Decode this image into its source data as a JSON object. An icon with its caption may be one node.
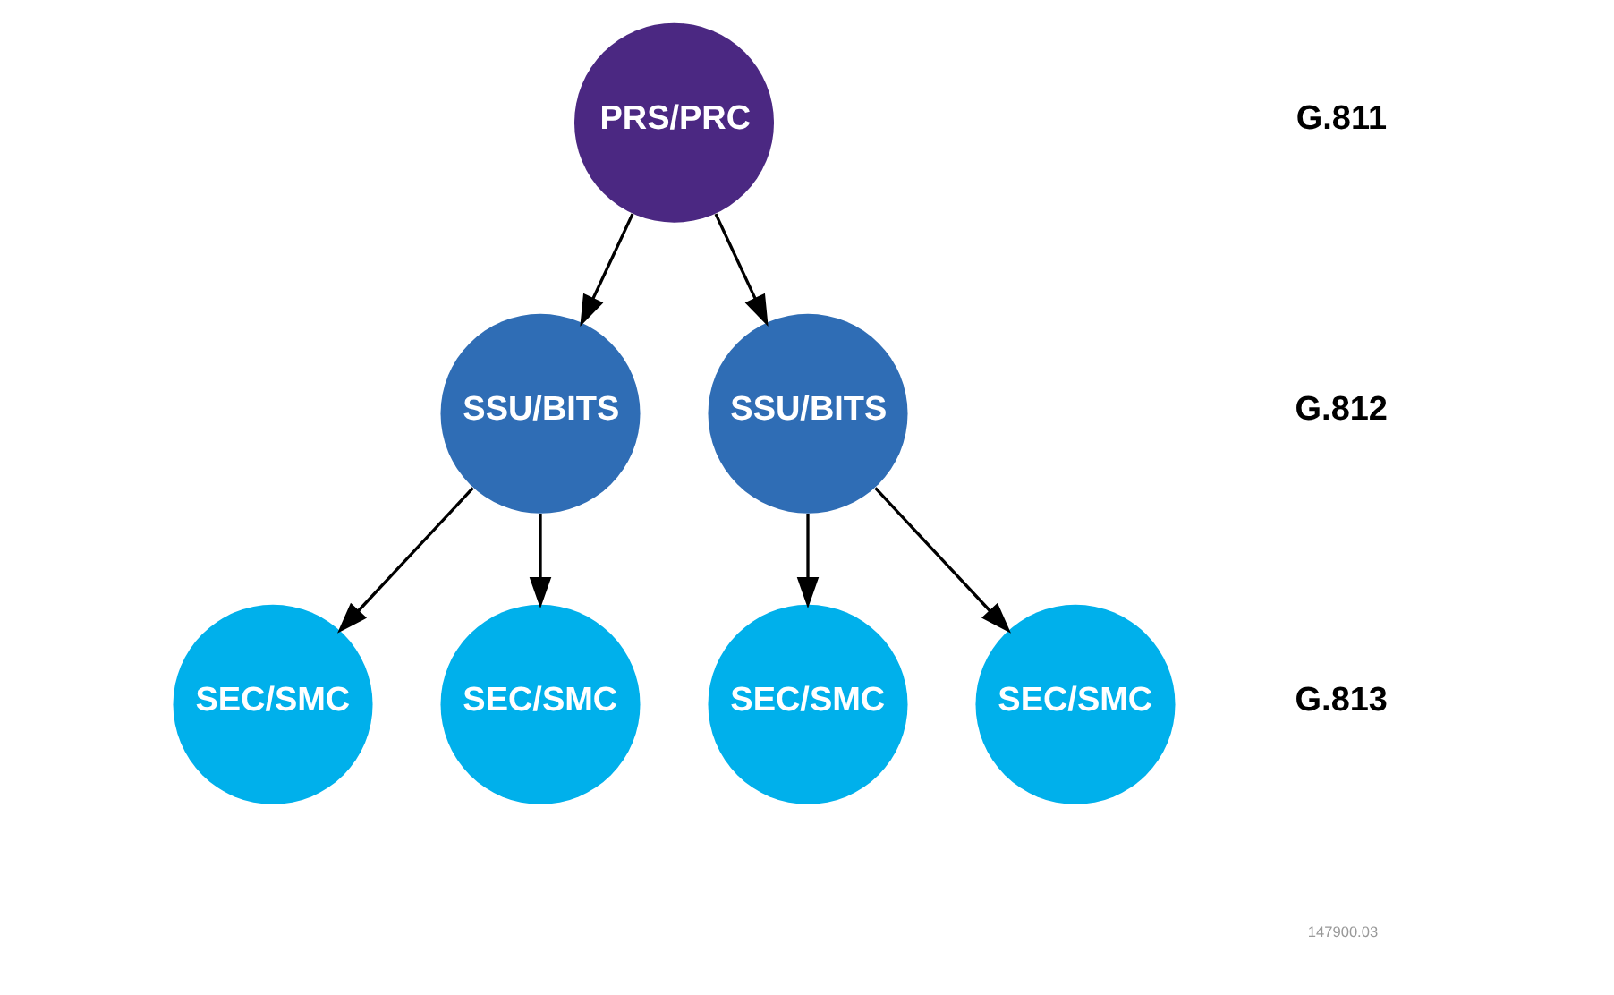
{
  "diagram": {
    "nodes": [
      {
        "text": [
          "PRS/PRC"
        ]
      },
      {
        "text": [
          "SSU/BITS"
        ]
      },
      {
        "text": [
          "SSU/BITS"
        ]
      },
      {
        "text": [
          "SEC/SMC"
        ]
      },
      {
        "text": [
          "SEC/SMC"
        ]
      },
      {
        "text": [
          "SEC/SMC"
        ]
      },
      {
        "text": [
          "SEC/SMC"
        ]
      }
    ],
    "edges": [
      {
        "from": 0,
        "to": 1,
        "arrow": "to"
      },
      {
        "from": 0,
        "to": 2,
        "arrow": "to"
      },
      {
        "from": 1,
        "to": 3,
        "arrow": "to"
      },
      {
        "from": 1,
        "to": 4,
        "arrow": "to"
      },
      {
        "from": 2,
        "to": 5,
        "arrow": "to"
      },
      {
        "from": 2,
        "to": 6,
        "arrow": "to"
      }
    ],
    "labels": [
      "G.811",
      "G.812",
      "G.813",
      "147900.03"
    ]
  }
}
